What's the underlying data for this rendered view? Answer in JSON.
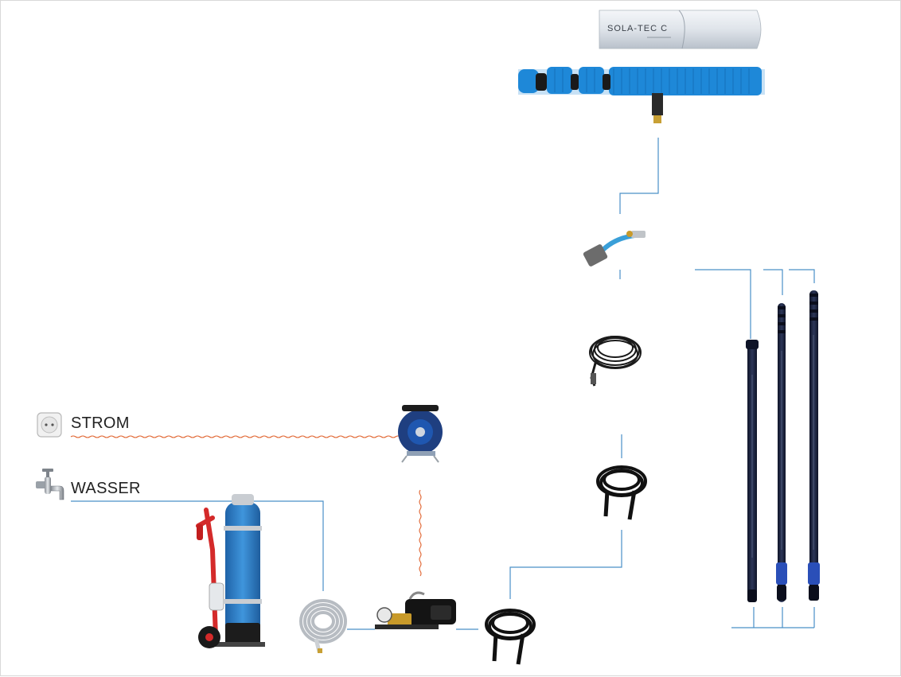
{
  "labels": {
    "strom": "STROM",
    "wasser": "WASSER",
    "cover_brand": "SOLA-TEC C"
  },
  "colors": {
    "connector_water": "#4a90c8",
    "connector_power": "#e0602a",
    "brush_blue": "#1e88d8",
    "filter_blue": "#2f7fc8",
    "hose_black": "#1a1a1a",
    "pole_navy": "#1c2440",
    "frame_red": "#d42a2a"
  },
  "icons": [
    "power-socket-icon",
    "water-tap-icon"
  ]
}
